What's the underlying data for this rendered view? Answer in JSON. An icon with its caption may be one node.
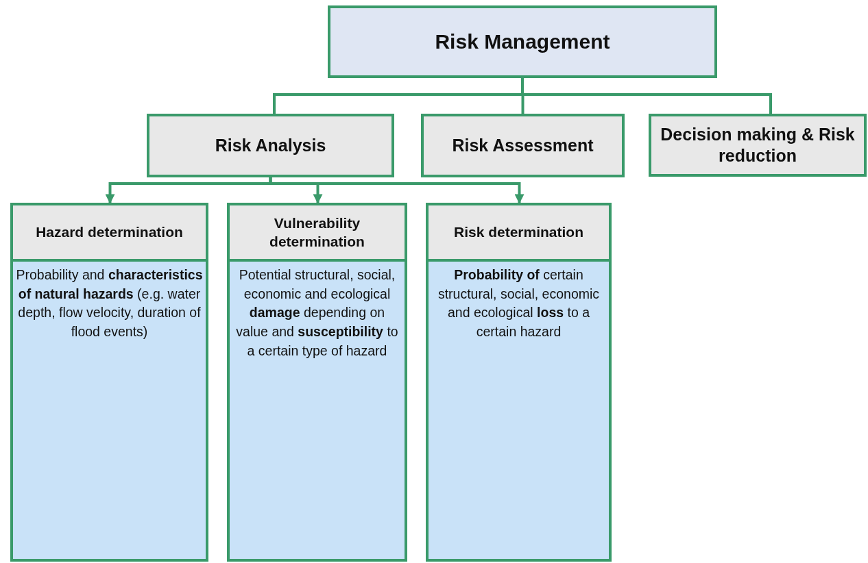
{
  "diagram": {
    "nodes": [
      {
        "text": [
          "Risk Management"
        ]
      },
      {
        "text": [
          "Risk Analysis"
        ]
      },
      {
        "text": [
          "Risk Assessment"
        ]
      },
      {
        "text": [
          "Decision making & Risk reduction"
        ]
      },
      {
        "text": [
          "Hazard determination",
          "Probability and **characteristics of natural hazards** (e.g. water depth, flow velocity, duration of flood events)"
        ]
      },
      {
        "text": [
          "Vulnerability determination",
          "Potential structural, social, economic and ecological **damage** depending on value and **susceptibility** to a certain type of hazard"
        ]
      },
      {
        "text": [
          "Risk determination",
          "**Probability of** certain structural, social, economic and ecological **loss** to a certain hazard"
        ]
      }
    ],
    "edges": [
      {
        "from": 0,
        "to": 1,
        "arrow": "none"
      },
      {
        "from": 0,
        "to": 2,
        "arrow": "none"
      },
      {
        "from": 0,
        "to": 3,
        "arrow": "none"
      },
      {
        "from": 1,
        "to": 4,
        "arrow": "to"
      },
      {
        "from": 1,
        "to": 5,
        "arrow": "to"
      },
      {
        "from": 1,
        "to": 6,
        "arrow": "to"
      }
    ]
  }
}
